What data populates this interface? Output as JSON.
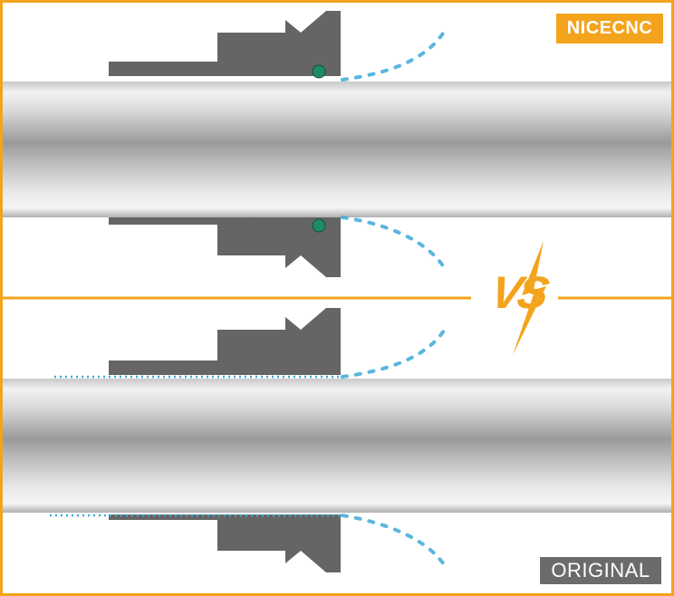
{
  "brand_label": "NICECNC",
  "original_label": "ORIGINAL",
  "vs_label": "VS",
  "colors": {
    "accent": "#f4a31c",
    "seal_body": "#656565",
    "o_ring": "#1f8a6a",
    "lubricant": "#3ea9d8",
    "badge_gray": "#6b6b6b"
  },
  "panels": [
    {
      "name": "top-panel",
      "o_ring": true,
      "oil_film": false
    },
    {
      "name": "bottom-panel",
      "o_ring": false,
      "oil_film": true
    }
  ]
}
